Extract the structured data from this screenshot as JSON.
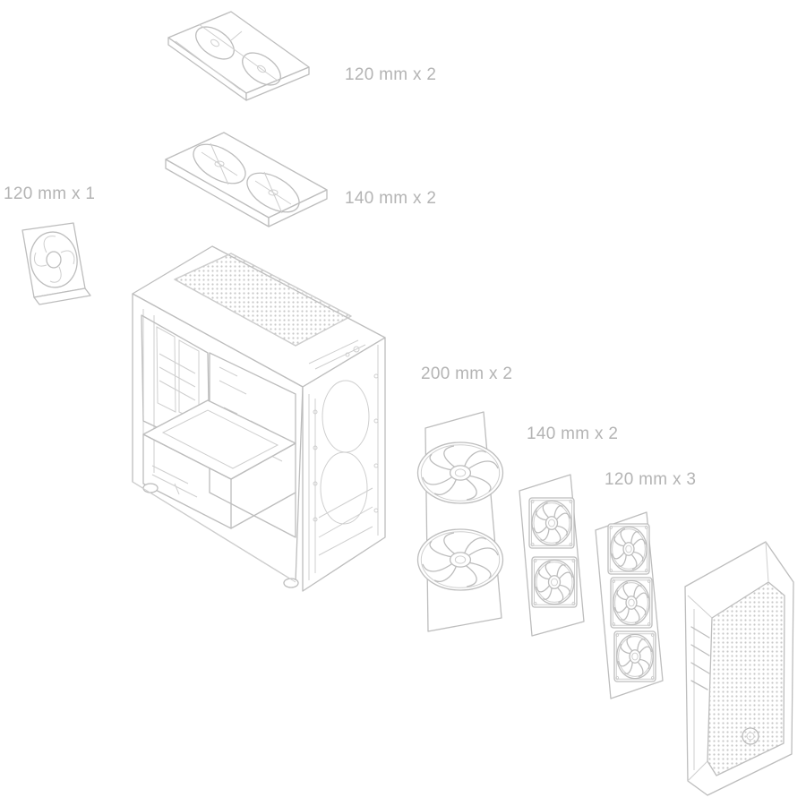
{
  "fan_specs": {
    "top_120": "120 mm x 2",
    "top_140": "140 mm x 2",
    "rear_120": "120 mm x 1",
    "front_200": "200 mm x 2",
    "front_140": "140 mm x 2",
    "front_120": "120 mm x 3"
  }
}
